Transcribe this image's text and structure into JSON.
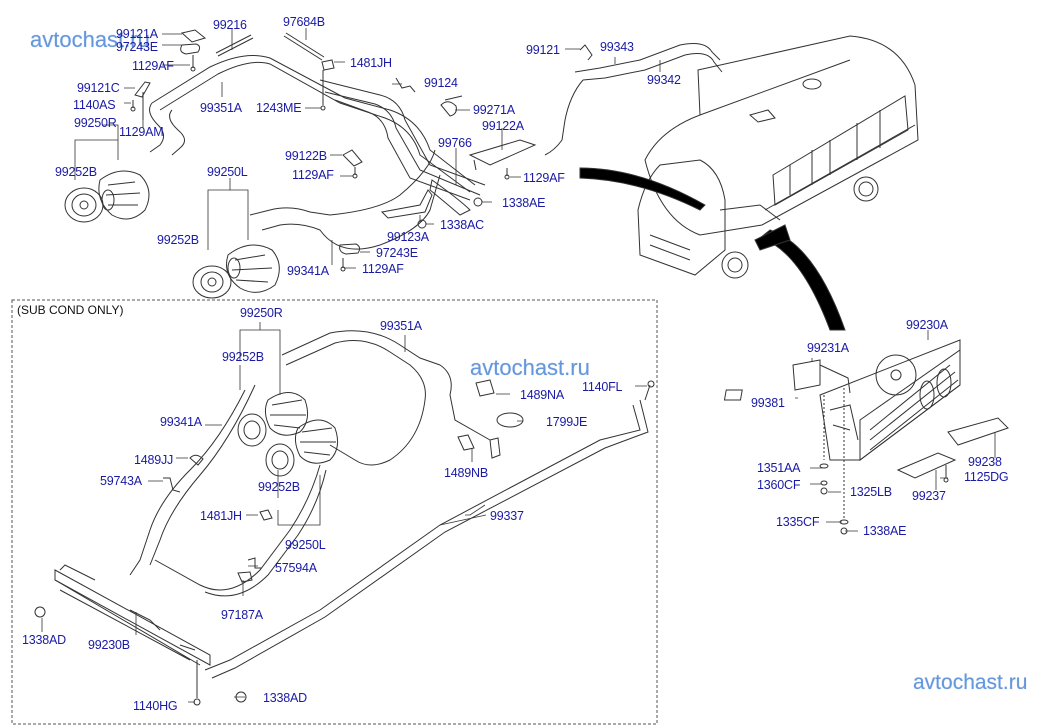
{
  "watermarks": [
    "avtochast.ru",
    "avtochast.ru",
    "avtochast.ru"
  ],
  "section_note": "(SUB COND  ONLY)",
  "callouts": {
    "top": [
      {
        "id": "99121A",
        "label": "99121A"
      },
      {
        "id": "97243E",
        "label": "97243E"
      },
      {
        "id": "1129AF_a",
        "label": "1129AF"
      },
      {
        "id": "99216",
        "label": "99216"
      },
      {
        "id": "97684B",
        "label": "97684B"
      },
      {
        "id": "1481JH_a",
        "label": "1481JH"
      },
      {
        "id": "99121C",
        "label": "99121C"
      },
      {
        "id": "1140AS",
        "label": "1140AS"
      },
      {
        "id": "99250R_a",
        "label": "99250R"
      },
      {
        "id": "1129AM",
        "label": "1129AM"
      },
      {
        "id": "99351A_a",
        "label": "99351A"
      },
      {
        "id": "1243ME",
        "label": "1243ME"
      },
      {
        "id": "99124",
        "label": "99124"
      },
      {
        "id": "99271A",
        "label": "99271A"
      },
      {
        "id": "99122A",
        "label": "99122A"
      },
      {
        "id": "99766",
        "label": "99766"
      },
      {
        "id": "99122B",
        "label": "99122B"
      },
      {
        "id": "1129AF_b",
        "label": "1129AF"
      },
      {
        "id": "99252B_a",
        "label": "99252B"
      },
      {
        "id": "99250L_a",
        "label": "99250L"
      },
      {
        "id": "1129AF_c",
        "label": "1129AF"
      },
      {
        "id": "1338AE_a",
        "label": "1338AE"
      },
      {
        "id": "99123A",
        "label": "99123A"
      },
      {
        "id": "1338AC",
        "label": "1338AC"
      },
      {
        "id": "99252B_b",
        "label": "99252B"
      },
      {
        "id": "97243E_b",
        "label": "97243E"
      },
      {
        "id": "99341A_a",
        "label": "99341A"
      },
      {
        "id": "1129AF_d",
        "label": "1129AF"
      },
      {
        "id": "99121",
        "label": "99121"
      },
      {
        "id": "99343",
        "label": "99343"
      },
      {
        "id": "99342",
        "label": "99342"
      }
    ],
    "sub_cond": [
      {
        "id": "99250R_b",
        "label": "99250R"
      },
      {
        "id": "99351A_b",
        "label": "99351A"
      },
      {
        "id": "99252B_c",
        "label": "99252B"
      },
      {
        "id": "1489NA",
        "label": "1489NA"
      },
      {
        "id": "1140FL",
        "label": "1140FL"
      },
      {
        "id": "99341A_b",
        "label": "99341A"
      },
      {
        "id": "1799JE",
        "label": "1799JE"
      },
      {
        "id": "1489JJ",
        "label": "1489JJ"
      },
      {
        "id": "1489NB",
        "label": "1489NB"
      },
      {
        "id": "59743A",
        "label": "59743A"
      },
      {
        "id": "99252B_d",
        "label": "99252B"
      },
      {
        "id": "1481JH_b",
        "label": "1481JH"
      },
      {
        "id": "99337",
        "label": "99337"
      },
      {
        "id": "99250L_b",
        "label": "99250L"
      },
      {
        "id": "57594A",
        "label": "57594A"
      },
      {
        "id": "97187A",
        "label": "97187A"
      },
      {
        "id": "1338AD_a",
        "label": "1338AD"
      },
      {
        "id": "99230B",
        "label": "99230B"
      },
      {
        "id": "1140HG",
        "label": "1140HG"
      },
      {
        "id": "1338AD_b",
        "label": "1338AD"
      }
    ],
    "condenser": [
      {
        "id": "99230A",
        "label": "99230A"
      },
      {
        "id": "99231A",
        "label": "99231A"
      },
      {
        "id": "99381",
        "label": "99381"
      },
      {
        "id": "1351AA",
        "label": "1351AA"
      },
      {
        "id": "99238",
        "label": "99238"
      },
      {
        "id": "1360CF",
        "label": "1360CF"
      },
      {
        "id": "1325LB",
        "label": "1325LB"
      },
      {
        "id": "1125DG",
        "label": "1125DG"
      },
      {
        "id": "99237",
        "label": "99237"
      },
      {
        "id": "1335CF",
        "label": "1335CF"
      },
      {
        "id": "1338AE_b",
        "label": "1338AE"
      }
    ]
  }
}
